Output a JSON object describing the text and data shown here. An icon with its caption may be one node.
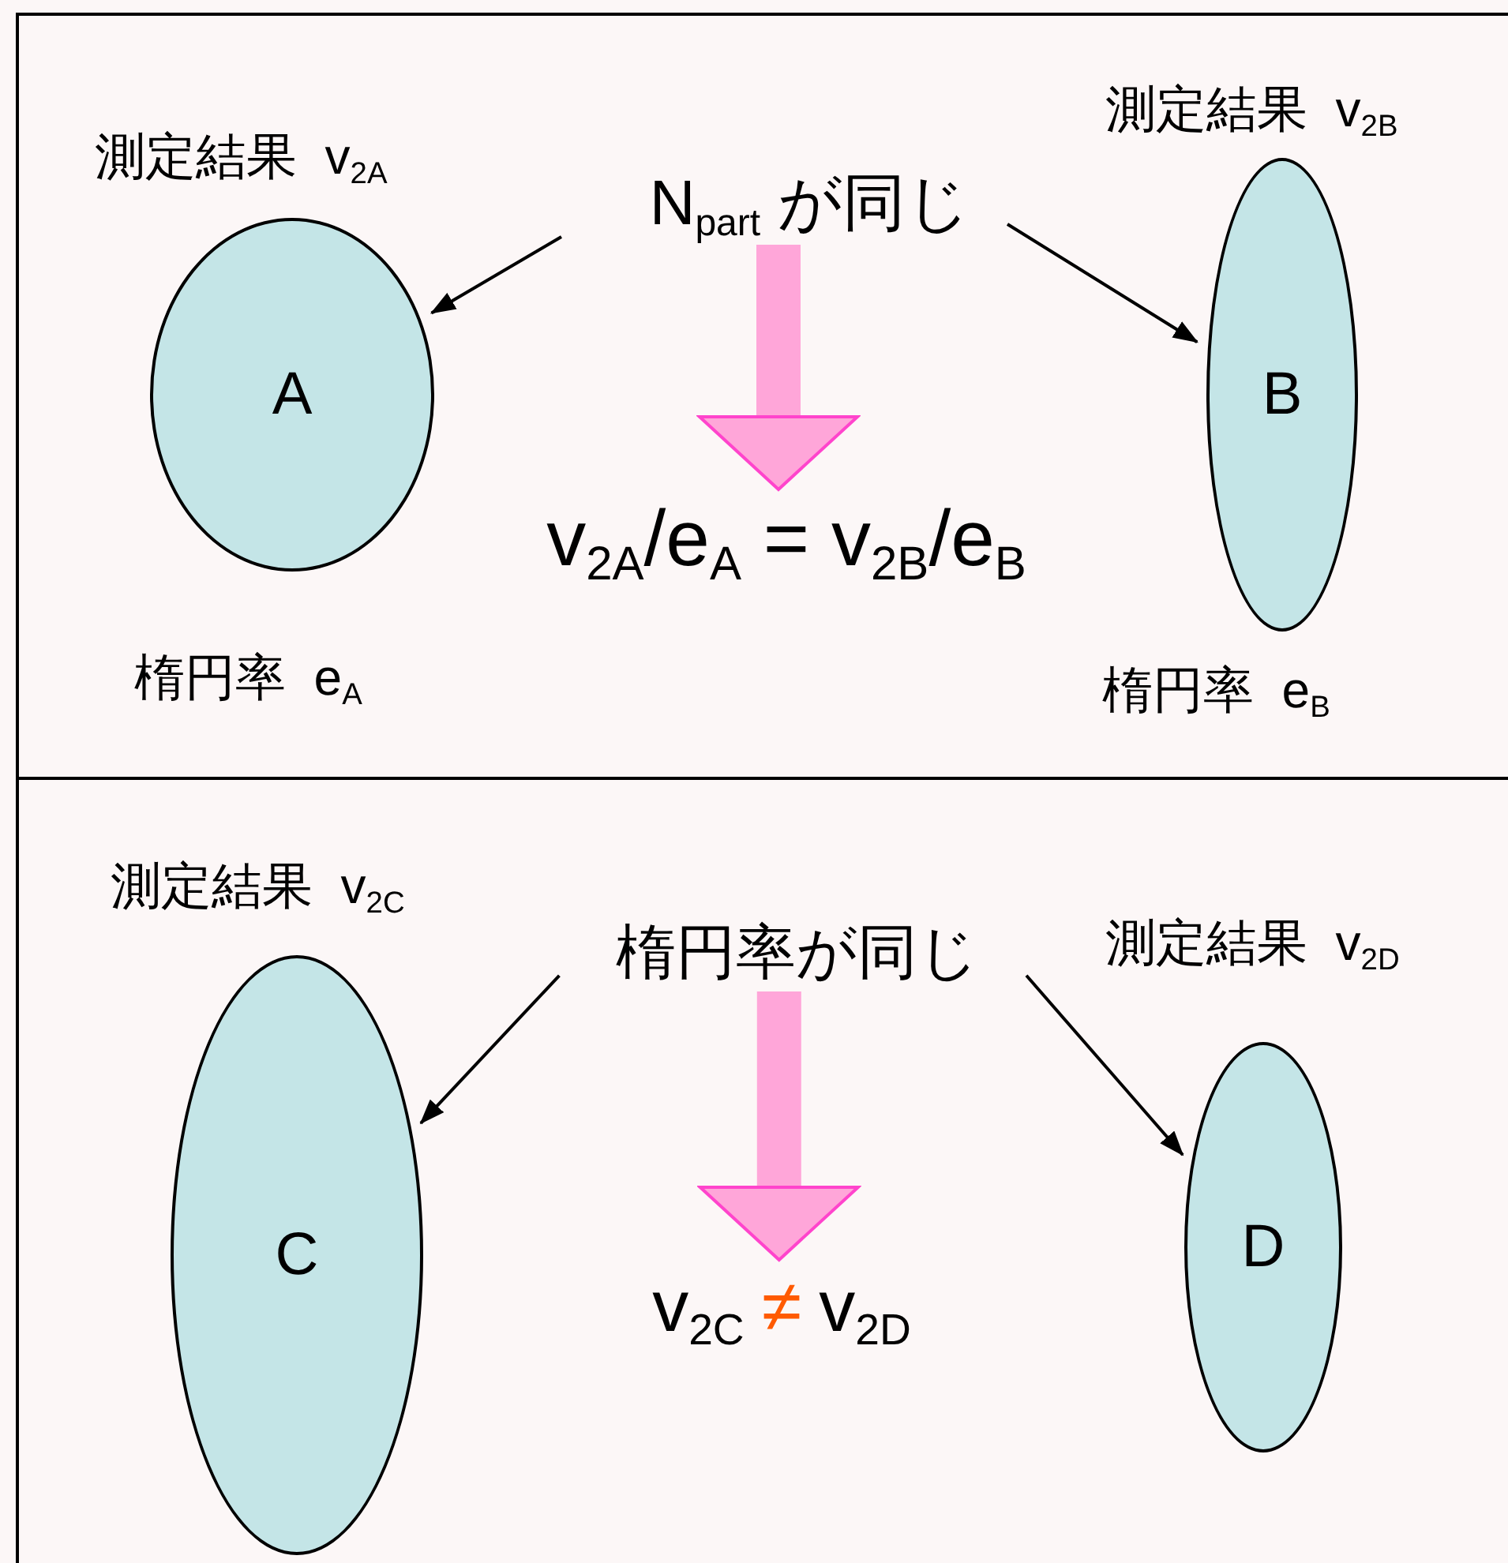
{
  "diagram": {
    "nodes": [
      {
        "text": [],
        "shape": "box"
      },
      {
        "text": [
          "A"
        ],
        "in": 0,
        "beside": [
          "測定結果 v$_{2A}$",
          "楕円率 e$_{A}$"
        ]
      },
      {
        "text": [
          "N$_{part}$ が同じ"
        ],
        "in": 0
      },
      {
        "text": [
          "B"
        ],
        "in": 0,
        "beside": [
          "測定結果 v$_{2B}$",
          "楕円率 e$_{B}$"
        ]
      },
      {
        "text": [
          "v$_{2A}$/e$_{A}$ = v$_{2B}$/e$_{B}$"
        ],
        "in": 0
      },
      {
        "text": [],
        "shape": "box"
      },
      {
        "text": [
          "C"
        ],
        "in": 5,
        "beside": [
          "測定結果 v$_{2C}$"
        ]
      },
      {
        "text": [
          "楕円率が同じ"
        ],
        "in": 5
      },
      {
        "text": [
          "D"
        ],
        "in": 5,
        "beside": [
          "測定結果 v$_{2D}$"
        ]
      },
      {
        "text": [
          "v$_{2C}$",
          "≠",
          "v$_{2D}$"
        ],
        "in": 5
      }
    ],
    "edges": [
      {
        "from": 2,
        "to": 1,
        "arrow": "to"
      },
      {
        "from": 2,
        "to": 3,
        "arrow": "to"
      },
      {
        "from": 2,
        "to": 4,
        "arrow": "to",
        "style": "thick",
        "color": "#ffa6d9"
      },
      {
        "from": 7,
        "to": 6,
        "arrow": "to"
      },
      {
        "from": 7,
        "to": 8,
        "arrow": "to"
      },
      {
        "from": 7,
        "to": 9,
        "arrow": "to",
        "style": "thick",
        "color": "#ffa6d9"
      }
    ]
  }
}
